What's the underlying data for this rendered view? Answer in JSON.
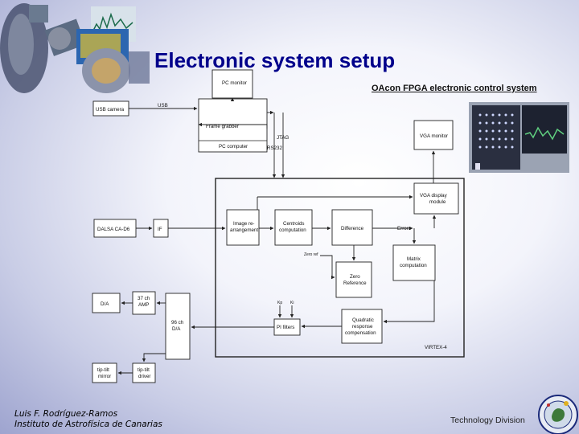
{
  "slide": {
    "title": "Electronic system setup",
    "subtitle": "OAcon FPGA electronic control system",
    "footer_author_line1": "Luis F. Rodríguez-Ramos",
    "footer_author_line2": "Instituto de Astrofísica de Canarias",
    "footer_division": "Technology Division"
  },
  "diagram": {
    "pc_monitor": "PC monitor",
    "usb_camera": "USB camera",
    "usb": "USB",
    "frame_grabber": "Frame grabber",
    "pc_computer": "PC computer",
    "jtag": "JTAG",
    "rs232": "RS232",
    "vga_monitor": "VGA monitor",
    "vga_display_module_1": "VGA display",
    "vga_display_module_2": "module",
    "dalsa": "DALSA CA-D6",
    "if": "IF",
    "image_rearr_1": "Image re-",
    "image_rearr_2": "arrangement",
    "centroids_1": "Centroids",
    "centroids_2": "computation",
    "difference": "Difference",
    "errors": "Errors",
    "zero_ref_label": "Zero ref",
    "zero_ref_1": "Zero",
    "zero_ref_2": "Reference",
    "matrix_1": "Matrix",
    "matrix_2": "computation",
    "da": "D/A",
    "amp_1": "37 ch",
    "amp_2": "AMP",
    "da96_1": "96 ch",
    "da96_2": "D/A",
    "pi_filters": "PI filters",
    "kp": "Kp",
    "ki": "Ki",
    "quadratic_1": "Quadratic",
    "quadratic_2": "response",
    "quadratic_3": "compensation",
    "virtex": "VIRTEX-4",
    "tiptilt_mirror_1": "tip-tilt",
    "tiptilt_mirror_2": "mirror",
    "tiptilt_driver_1": "tip-tilt",
    "tiptilt_driver_2": "driver"
  },
  "icons": {
    "top_left": "telescope-and-instrument-collage",
    "bottom_right": "institute-emblem",
    "photo": "monitor-display-photo"
  }
}
